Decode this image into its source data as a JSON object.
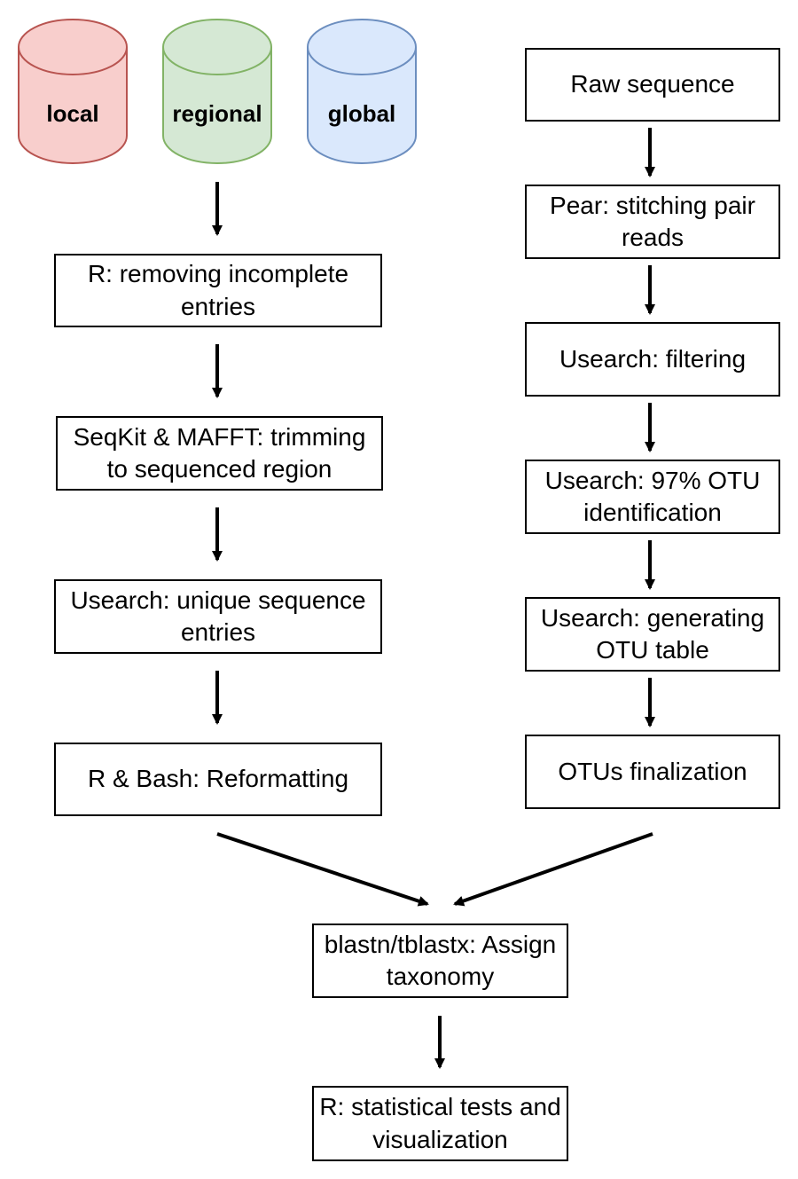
{
  "databases": [
    {
      "label": "local",
      "fill": "#f8cecc",
      "stroke": "#b85450"
    },
    {
      "label": "regional",
      "fill": "#d5e8d4",
      "stroke": "#82b366"
    },
    {
      "label": "global",
      "fill": "#dae8fc",
      "stroke": "#6c8ebf"
    }
  ],
  "left_steps": [
    "R: removing incomplete entries",
    "SeqKit & MAFFT: trimming to sequenced region",
    "Usearch: unique sequence entries",
    "R & Bash: Reformatting"
  ],
  "right_steps": [
    "Raw sequence",
    "Pear: stitching pair reads",
    "Usearch: filtering",
    "Usearch: 97% OTU identification",
    "Usearch: generating OTU table",
    "OTUs finalization"
  ],
  "merged_steps": [
    "blastn/tblastx: Assign taxonomy",
    "R: statistical tests and visualization"
  ]
}
